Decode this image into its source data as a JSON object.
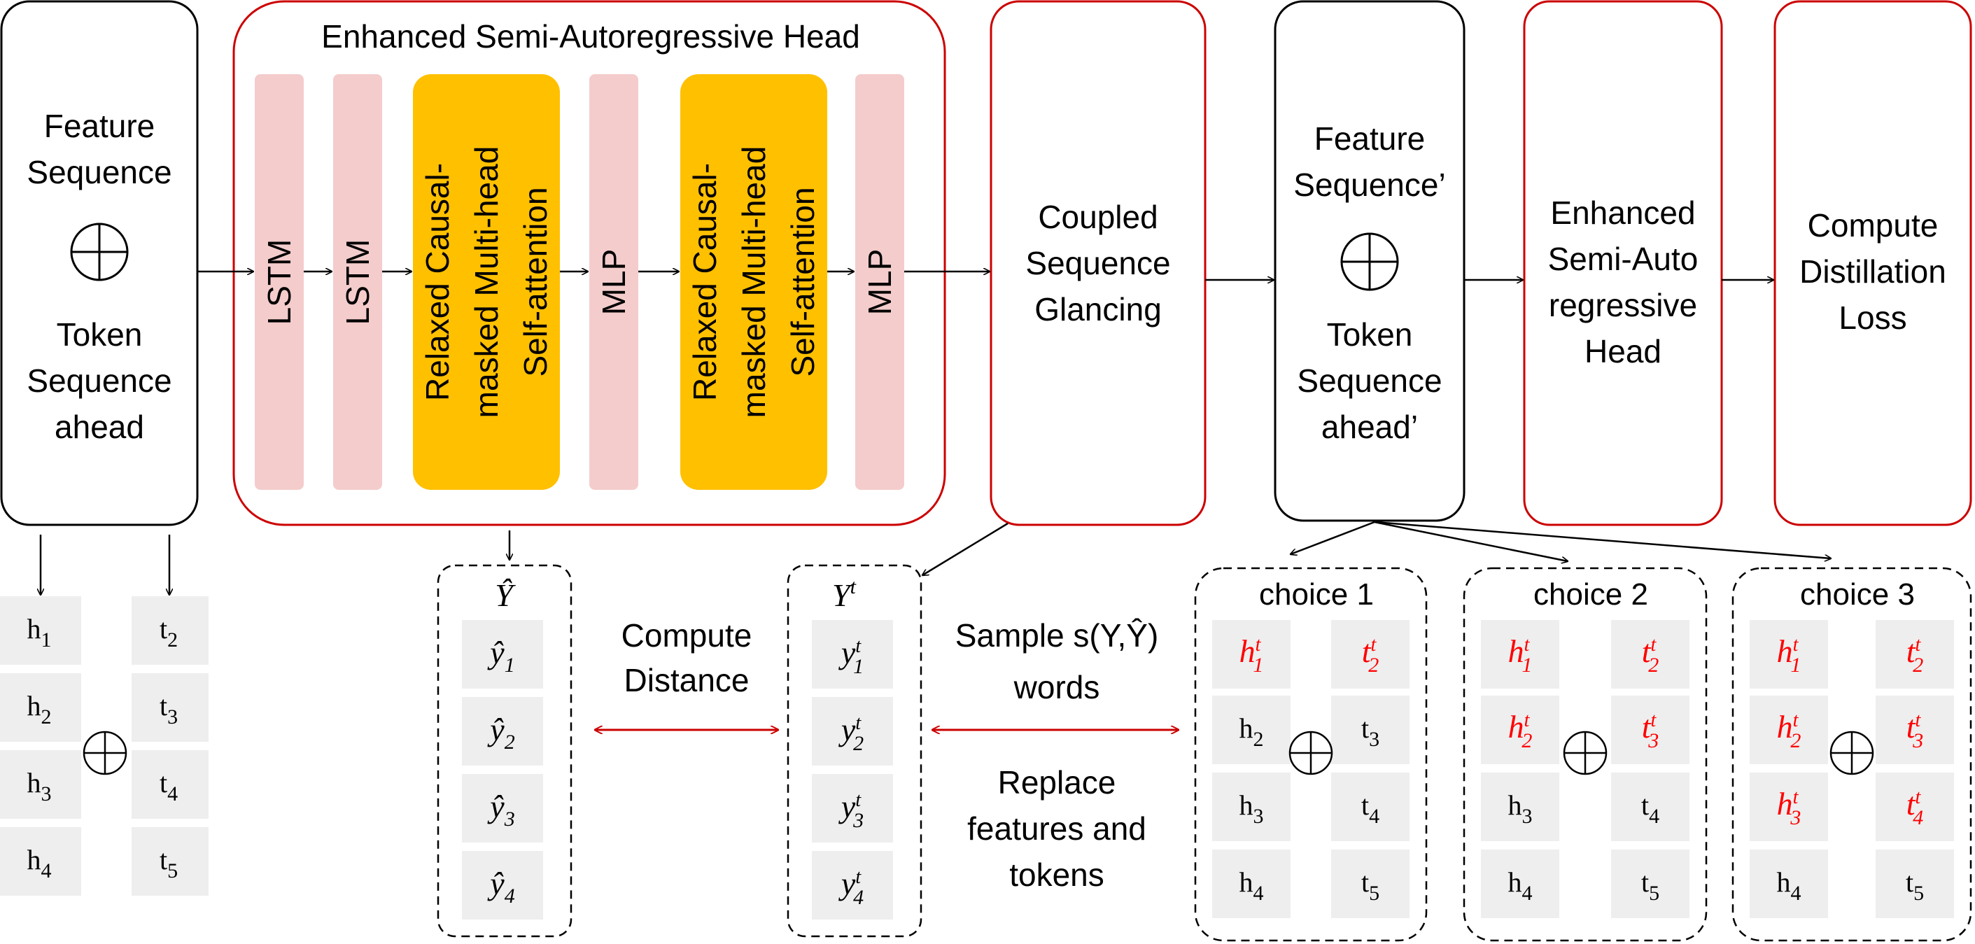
{
  "input_box": {
    "line1": "Feature",
    "line2": "Sequence",
    "line3": "Token",
    "line4": "Sequence",
    "line5": "ahead"
  },
  "head": {
    "title": "Enhanced Semi-Autoregressive Head",
    "lstm": "LSTM",
    "mlp": "MLP",
    "attn_line1": "Relaxed Causal-",
    "attn_line2": "masked Multi-head",
    "attn_line3": "Self-attention"
  },
  "glancing": {
    "line1": "Coupled",
    "line2": "Sequence",
    "line3": "Glancing"
  },
  "feature_prime": {
    "line1": "Feature",
    "line2": "Sequence’",
    "line3": "Token",
    "line4": "Sequence",
    "line5": "ahead’"
  },
  "head2": {
    "line1": "Enhanced",
    "line2": "Semi-Auto",
    "line3": "regressive",
    "line4": "Head"
  },
  "distill": {
    "line1": "Compute",
    "line2": "Distillation",
    "line3": "Loss"
  },
  "h_cells": [
    "h",
    "h",
    "h",
    "h"
  ],
  "h_subs": [
    "1",
    "2",
    "3",
    "4"
  ],
  "t_cells": [
    "t",
    "t",
    "t",
    "t"
  ],
  "t_subs": [
    "2",
    "3",
    "4",
    "5"
  ],
  "yhat_label": "Ŷ",
  "yhat_cells": [
    "ŷ",
    "ŷ",
    "ŷ",
    "ŷ"
  ],
  "yt_label": "Y",
  "yt_sup": "t",
  "yt_cells": [
    "y",
    "y",
    "y",
    "y"
  ],
  "compute_distance": {
    "line1": "Compute",
    "line2": "Distance"
  },
  "sample": {
    "line1": "Sample s(Y,Ŷ)",
    "line2": "words"
  },
  "replace": {
    "line1": "Replace",
    "line2": "features and",
    "line3": "tokens"
  },
  "choices": [
    "choice 1",
    "choice 2",
    "choice 3"
  ],
  "colors": {
    "red_border": "#cc0000",
    "pink_bar": "#f4cccc",
    "yellow_box": "#ffc000",
    "gray_cell": "#eeeeee",
    "highlight_text": "#ff0000",
    "plus_symbol": "⊕"
  }
}
